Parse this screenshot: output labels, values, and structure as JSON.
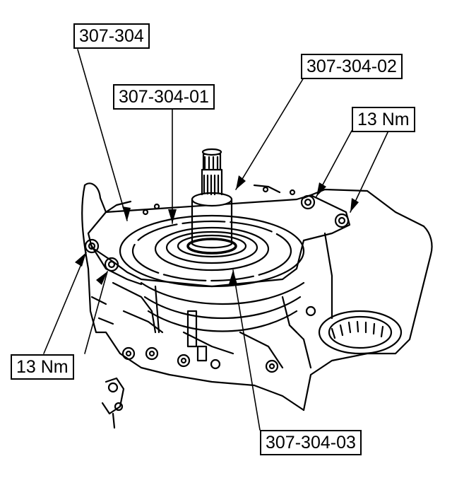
{
  "callouts": {
    "tool_main": "307-304",
    "tool_01": "307-304-01",
    "tool_02": "307-304-02",
    "tool_03": "307-304-03",
    "torque_top": "13 Nm",
    "torque_bottom": "13 Nm"
  }
}
